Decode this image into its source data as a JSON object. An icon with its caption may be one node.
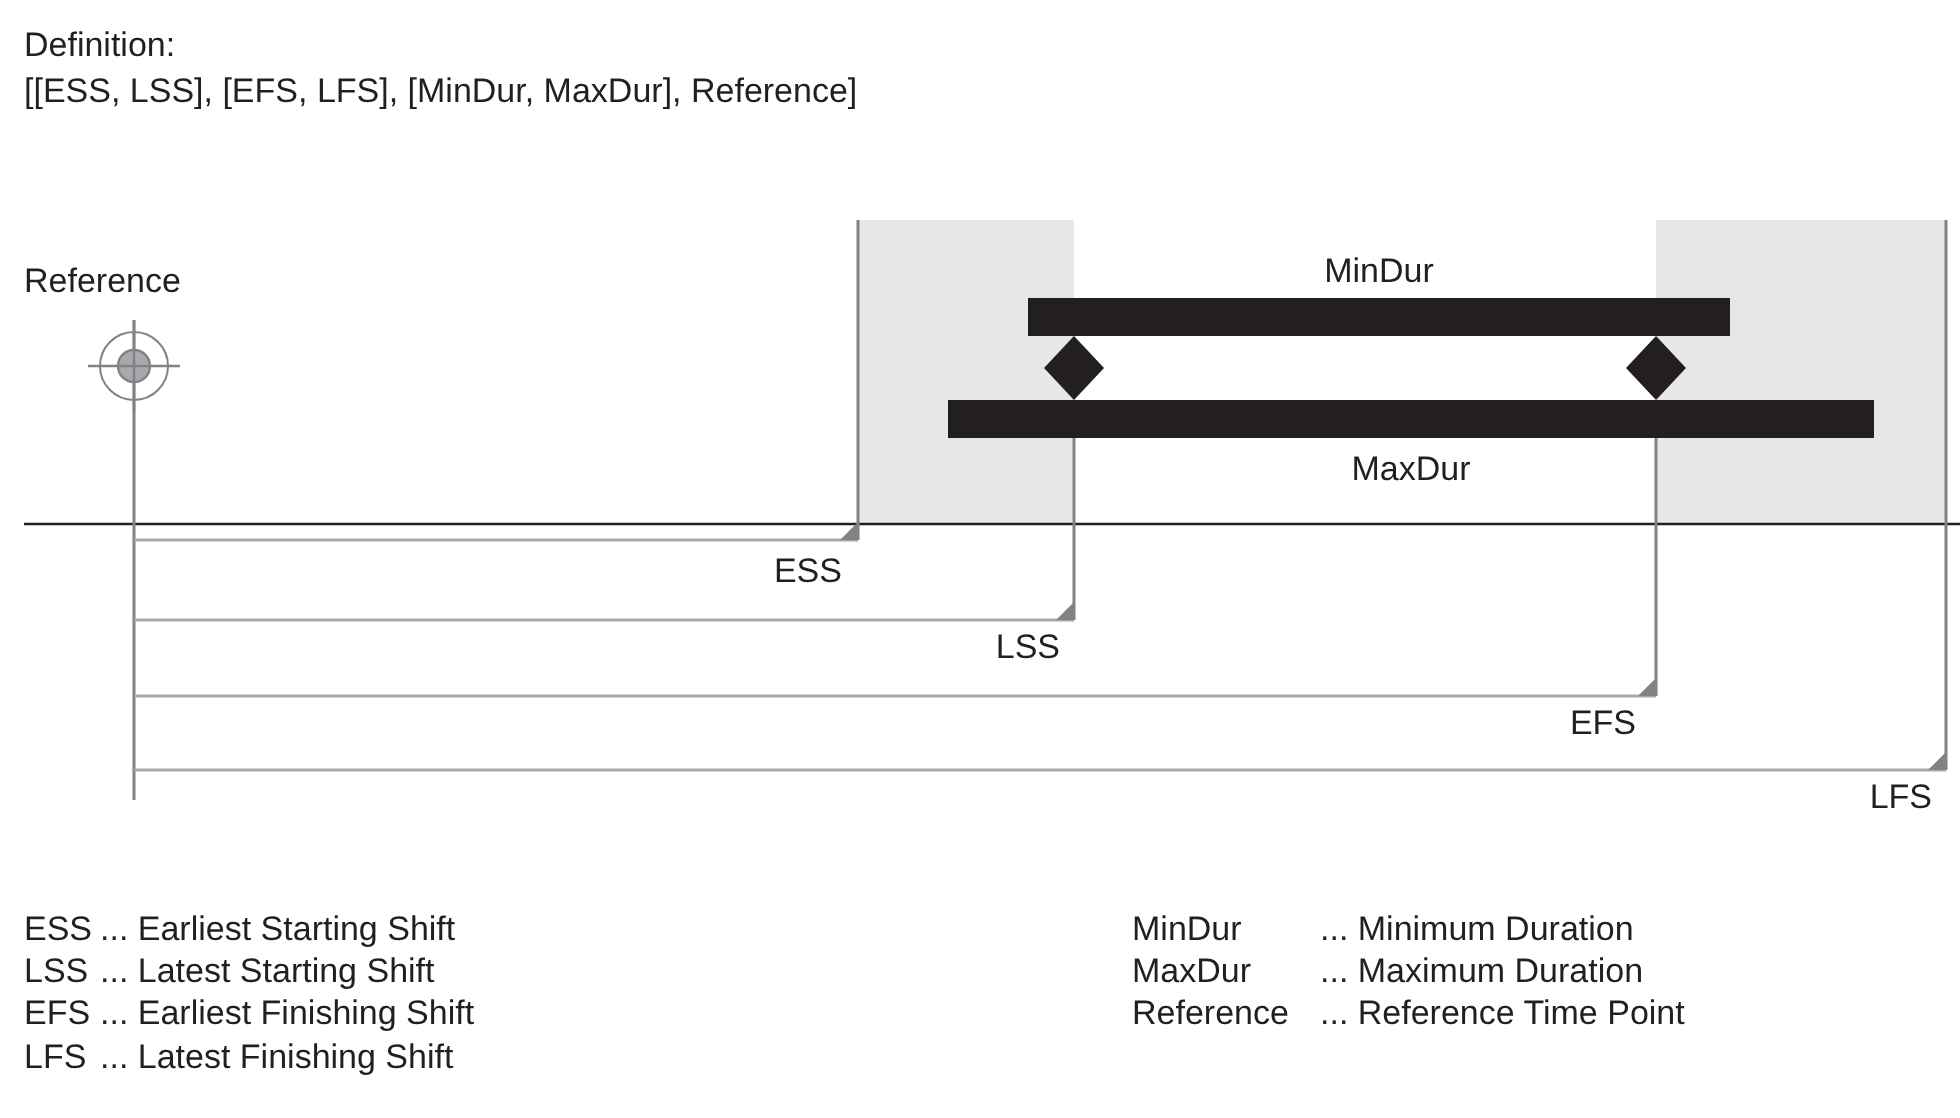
{
  "diagram": {
    "nodes": [
      {
        "text": [
          "MinDur"
        ]
      },
      {
        "text": [
          "MaxDur"
        ]
      },
      {
        "text": [],
        "shape": "box"
      },
      {
        "text": [],
        "shape": "box"
      }
    ],
    "labels": [
      "Definition:",
      "[[ESS, LSS], [EFS, LFS], [MinDur, MaxDur], Reference]",
      "Reference",
      "ESS",
      "LSS",
      "EFS",
      "LFS",
      "ESS",
      "... Earliest Starting Shift",
      "MinDur",
      "... Minimum Duration",
      "LSS",
      "... Latest Starting Shift",
      "MaxDur",
      "... Maximum Duration",
      "EFS",
      "... Earliest Finishing Shift",
      "Reference",
      "... Reference Time Point",
      "LFS",
      "... Latest Finishing Shift"
    ]
  }
}
